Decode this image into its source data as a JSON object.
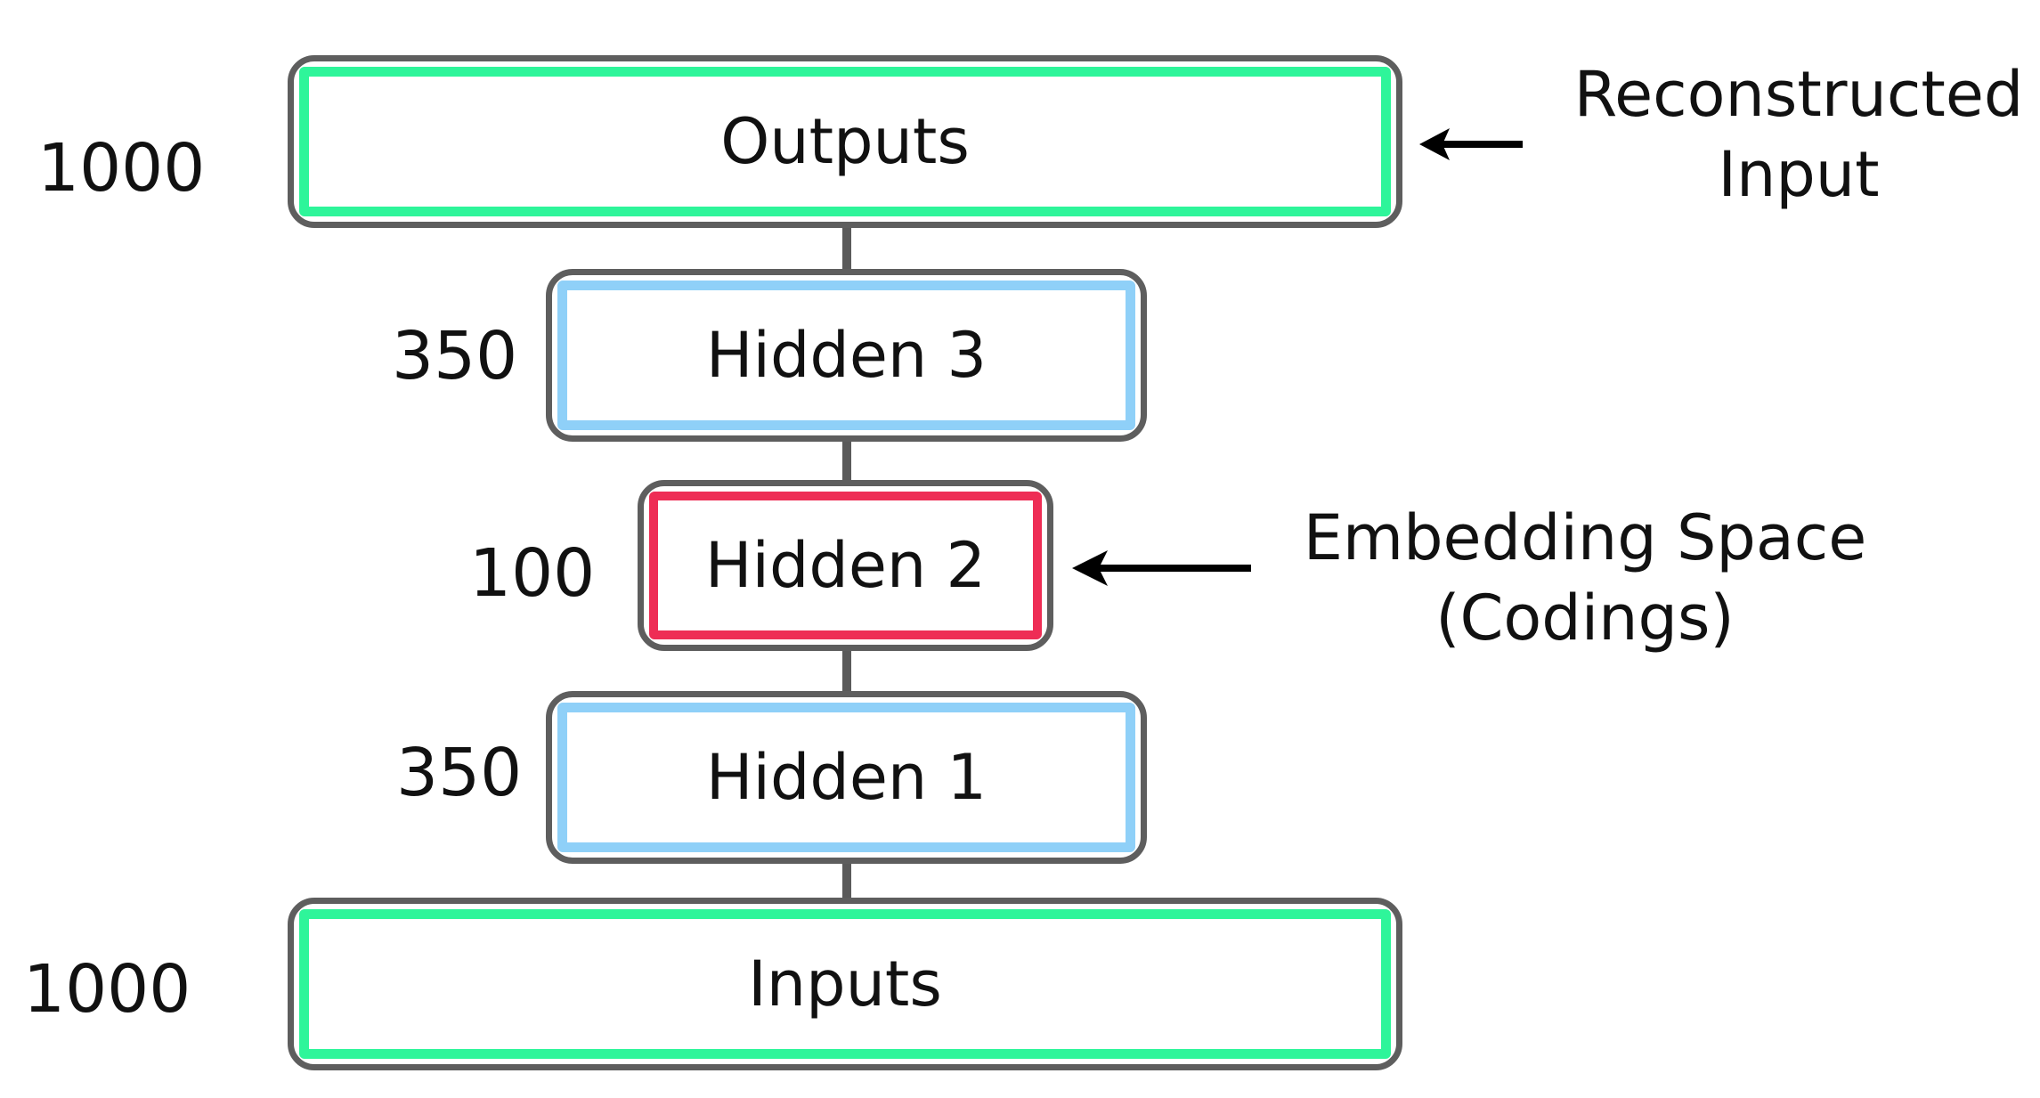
{
  "layers": {
    "outputs": {
      "label": "Outputs",
      "size": "1000",
      "color": "#2ef59a"
    },
    "hidden3": {
      "label": "Hidden 3",
      "size": "350",
      "color": "#8fd0f8"
    },
    "hidden2": {
      "label": "Hidden 2",
      "size": "100",
      "color": "#ee2d55"
    },
    "hidden1": {
      "label": "Hidden 1",
      "size": "350",
      "color": "#8fd0f8"
    },
    "inputs": {
      "label": "Inputs",
      "size": "1000",
      "color": "#2ef59a"
    }
  },
  "annotations": {
    "reconstructed": {
      "line1": "Reconstructed",
      "line2": "Input"
    },
    "embedding": {
      "line1": "Embedding Space",
      "line2": "(Codings)"
    }
  },
  "colors": {
    "frame": "#5e5e5e",
    "connector": "#5a5a5a",
    "text": "#111111",
    "arrow": "#000000"
  }
}
